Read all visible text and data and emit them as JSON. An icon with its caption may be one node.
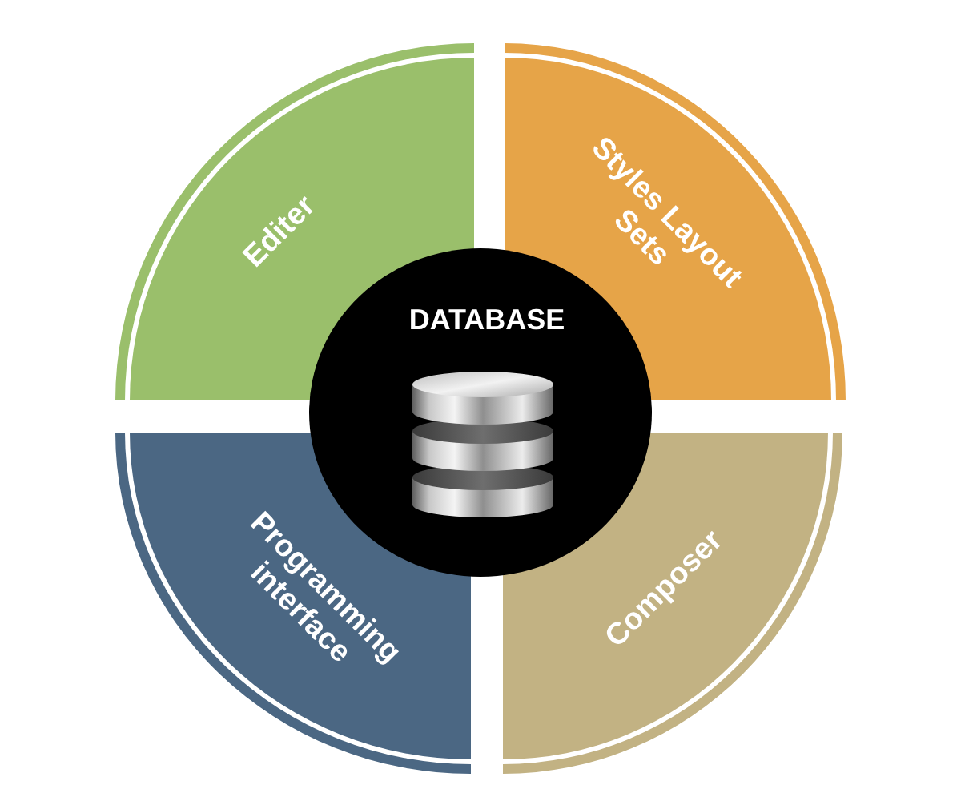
{
  "diagram": {
    "nodes": [
      {
        "text": [
          "Editer"
        ]
      },
      {
        "text": [
          "Styles Layout Sets"
        ]
      },
      {
        "text": [
          "DATABASE"
        ]
      },
      {
        "text": [
          "Programming interface"
        ]
      },
      {
        "text": [
          "Composer"
        ]
      }
    ]
  }
}
